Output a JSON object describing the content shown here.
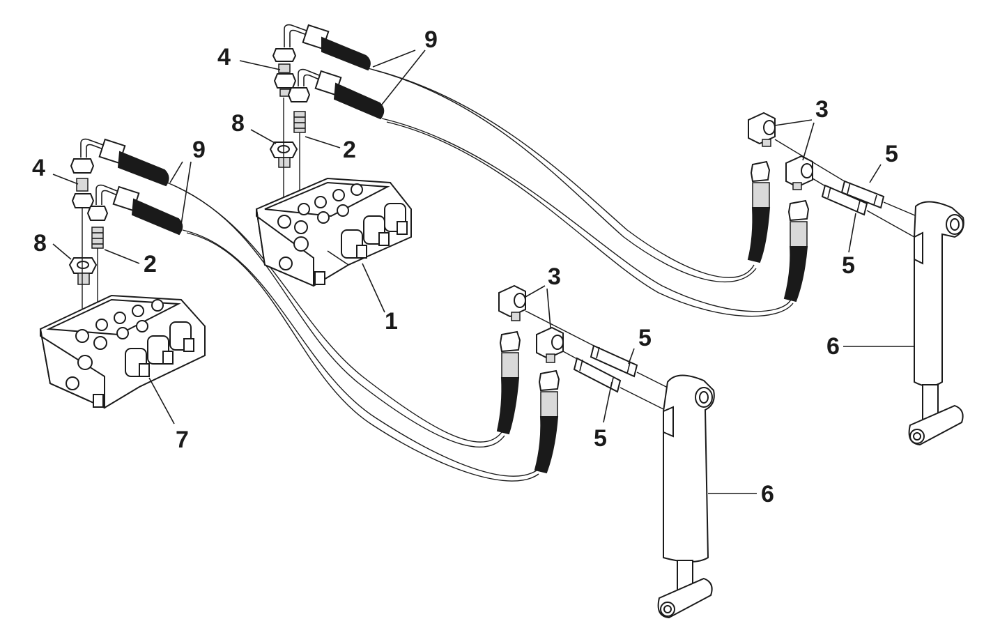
{
  "callouts": [
    {
      "id": "left-1",
      "text": "1"
    },
    {
      "id": "left-2a",
      "text": "2"
    },
    {
      "id": "left-2b",
      "text": "2"
    },
    {
      "id": "left-3a",
      "text": "3"
    },
    {
      "id": "left-3b",
      "text": "3"
    },
    {
      "id": "left-4a",
      "text": "4"
    },
    {
      "id": "left-4b",
      "text": "4"
    },
    {
      "id": "left-5a",
      "text": "5"
    },
    {
      "id": "left-5b",
      "text": "5"
    },
    {
      "id": "left-5c",
      "text": "5"
    },
    {
      "id": "left-5d",
      "text": "5"
    },
    {
      "id": "left-6a",
      "text": "6"
    },
    {
      "id": "left-6b",
      "text": "6"
    },
    {
      "id": "left-7",
      "text": "7"
    },
    {
      "id": "left-8a",
      "text": "8"
    },
    {
      "id": "left-8b",
      "text": "8"
    },
    {
      "id": "left-9a",
      "text": "9"
    },
    {
      "id": "left-9b",
      "text": "9"
    }
  ],
  "colors": {
    "ink": "#1a1a1a",
    "paper": "#ffffff"
  }
}
